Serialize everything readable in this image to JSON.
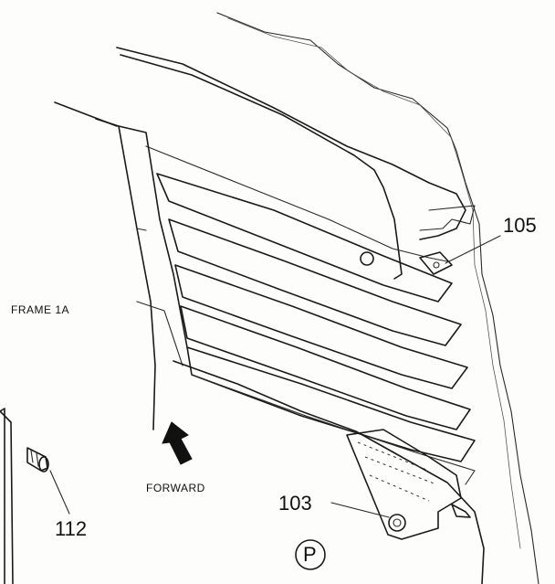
{
  "labels": {
    "frame": "FRAME 1A",
    "forward": "FORWARD",
    "part_105": "105",
    "part_103": "103",
    "part_112": "112",
    "page_mark": "P"
  },
  "colors": {
    "ink": "#1a1a1a",
    "paper": "#fdfdfb"
  }
}
